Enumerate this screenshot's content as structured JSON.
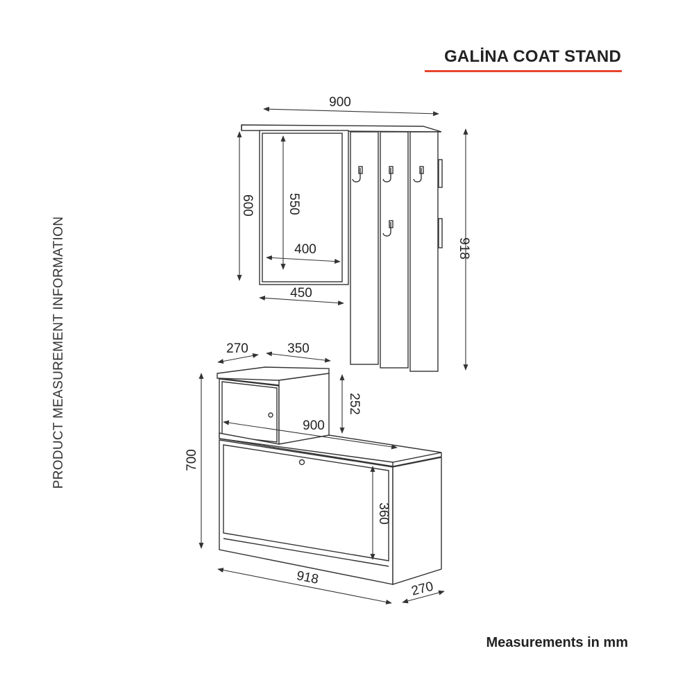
{
  "header": {
    "title": "GALİNA COAT STAND",
    "accent_color": "#e8432b"
  },
  "side_label": "PRODUCT MEASUREMENT INFORMATION",
  "footer": "Measurements in mm",
  "dimensions": {
    "panel_width": "900",
    "panel_height": "918",
    "mirror_outer_height": "600",
    "mirror_inner_height": "550",
    "mirror_inner_width": "400",
    "mirror_outer_width": "450",
    "box_depth": "270",
    "box_width": "350",
    "box_height": "252",
    "cabinet_top_width": "900",
    "cabinet_height": "700",
    "door_height": "360",
    "cabinet_width": "918",
    "cabinet_depth": "270"
  }
}
